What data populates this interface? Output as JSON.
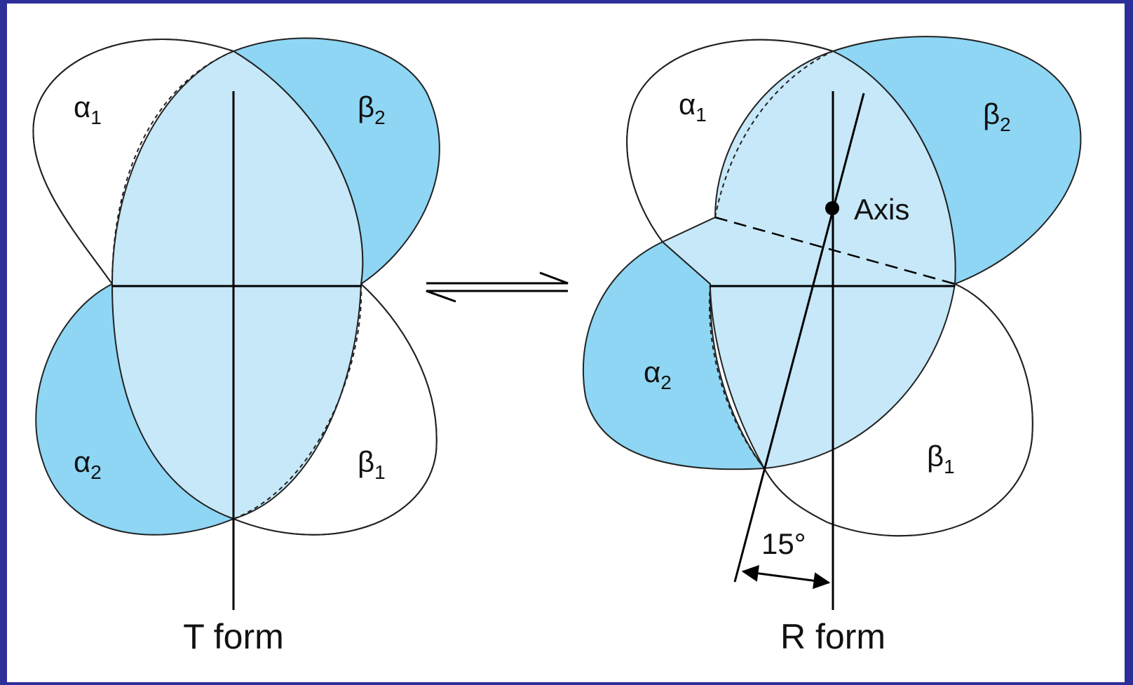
{
  "colors": {
    "border": "#2e2e9a",
    "light_blue": "#c6e8f8",
    "medium_blue": "#8ed6f4",
    "line": "#000000"
  },
  "t_form": {
    "caption": "T form",
    "subunits": {
      "alpha1": {
        "base": "α",
        "sub": "1"
      },
      "beta2": {
        "base": "β",
        "sub": "2"
      },
      "alpha2": {
        "base": "α",
        "sub": "2"
      },
      "beta1": {
        "base": "β",
        "sub": "1"
      }
    }
  },
  "r_form": {
    "caption": "R form",
    "axis_label": "Axis",
    "angle_label": "15°",
    "subunits": {
      "alpha1": {
        "base": "α",
        "sub": "1"
      },
      "beta2": {
        "base": "β",
        "sub": "2"
      },
      "alpha2": {
        "base": "α",
        "sub": "2"
      },
      "beta1": {
        "base": "β",
        "sub": "1"
      }
    }
  },
  "equilibrium_arrow": "reversible"
}
